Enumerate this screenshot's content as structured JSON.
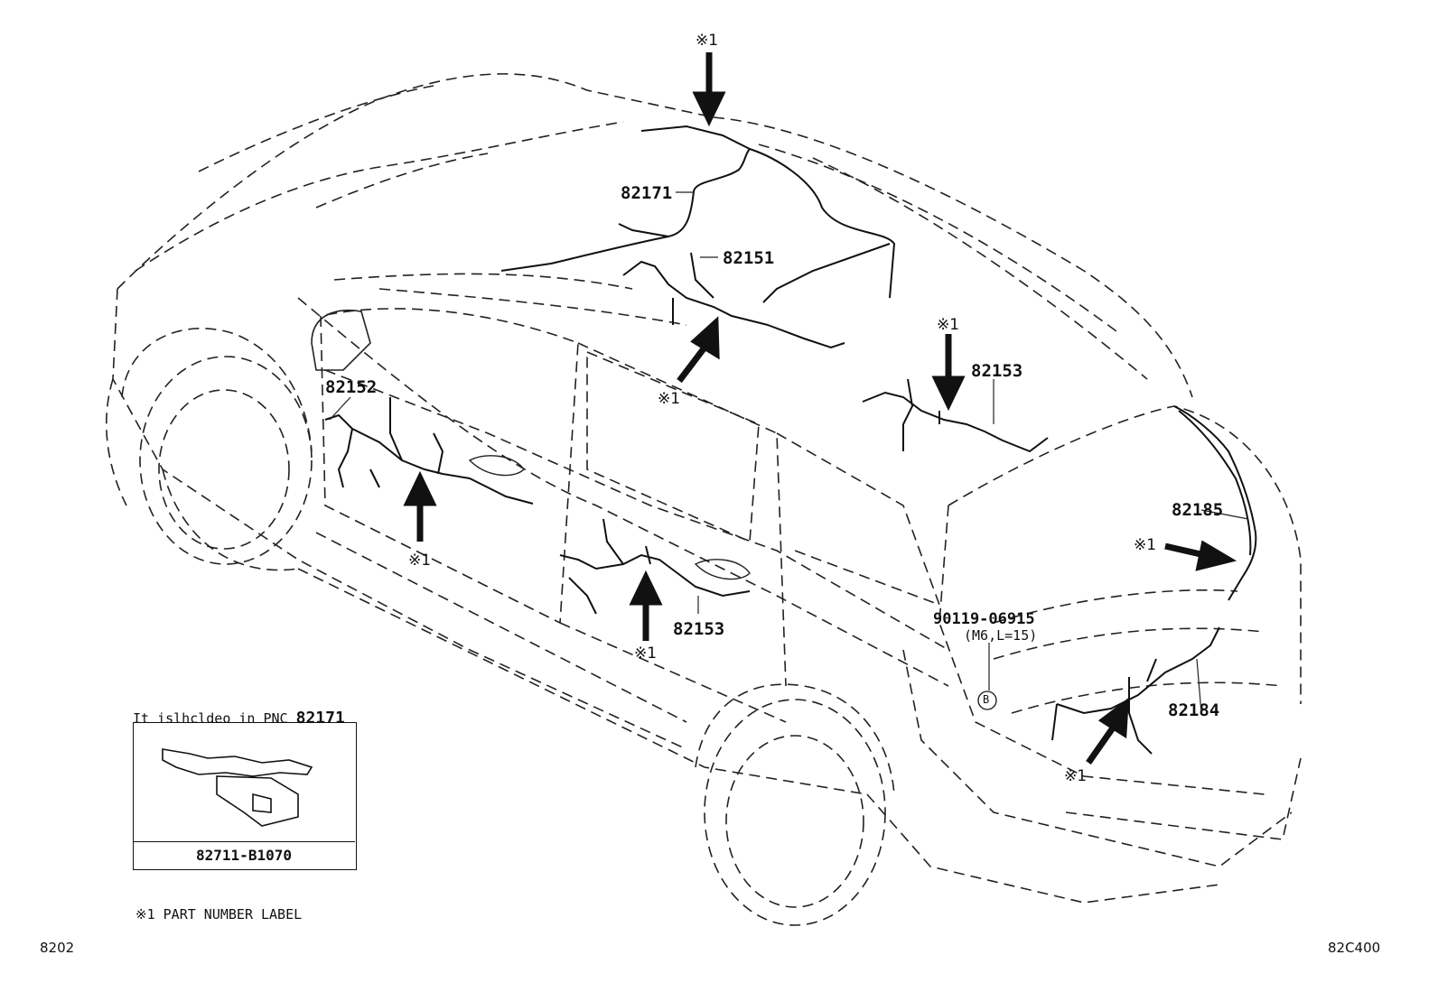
{
  "callouts": {
    "c82171": "82171",
    "c82151": "82151",
    "c82152": "82152",
    "c82153_roof": "82153",
    "c82153_door": "82153",
    "c82185": "82185",
    "c82184": "82184",
    "bolt_part": "90119-06915",
    "bolt_spec": "(M6,L=15)",
    "bolt_ref": "B"
  },
  "marks": {
    "top": "※1",
    "mid": "※1",
    "roof_right": "※1",
    "front_door": "※1",
    "rear_door": "※1",
    "tailgate": "※1",
    "rear_bottom": "※1"
  },
  "inset": {
    "caption": "It islhcldeo in PNC",
    "caption_pnc": "82171",
    "part_number": "82711-B1070"
  },
  "footnote": "※1 PART NUMBER LABEL",
  "page_code_left": "8202",
  "page_code_right": "82C400"
}
